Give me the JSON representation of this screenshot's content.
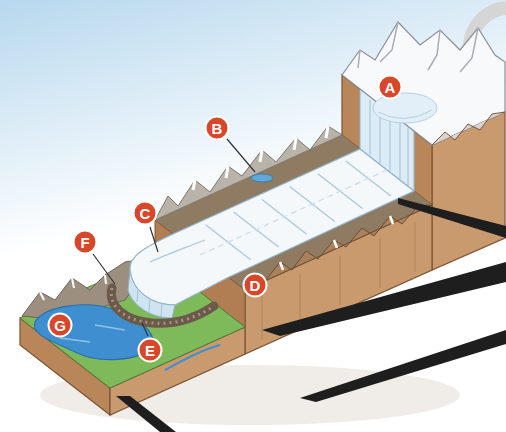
{
  "diagram": {
    "nodes": [
      {
        "text": [
          "A"
        ]
      },
      {
        "text": [
          "B"
        ]
      },
      {
        "text": [
          "C"
        ]
      },
      {
        "text": [
          "F"
        ]
      },
      {
        "text": [
          "D"
        ]
      },
      {
        "text": [
          "G"
        ]
      },
      {
        "text": [
          "E"
        ]
      }
    ]
  }
}
